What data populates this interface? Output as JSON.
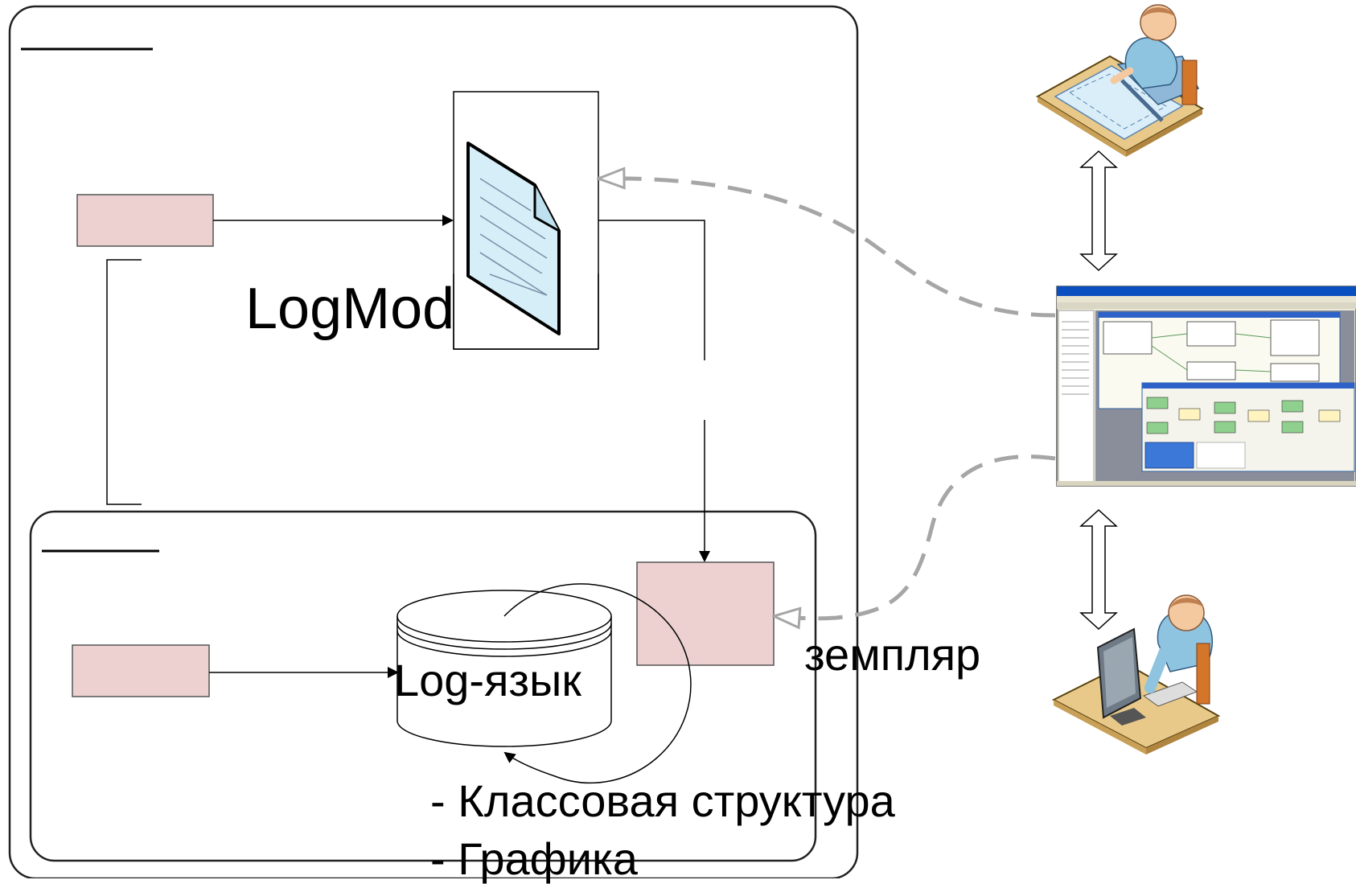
{
  "labels": {
    "logmodel_text": "LogMod",
    "instance_text": "земпляр",
    "log_language": "Log-язык",
    "bullet_class_structure": "- Классовая структура",
    "bullet_graphics": "- Графика"
  },
  "colors": {
    "pink_box_fill": "#EDD1D1",
    "pink_box_stroke": "#555555",
    "document_fill": "#D6EEF8",
    "dashed_connector": "#A6A6A6",
    "frame_stroke": "#222222"
  },
  "icons": {
    "designer": "person-drawing-at-desk-icon",
    "operator": "person-at-computer-icon",
    "document": "document-icon",
    "database": "database-cylinder-icon",
    "application_window": "application-screenshot-icon"
  }
}
